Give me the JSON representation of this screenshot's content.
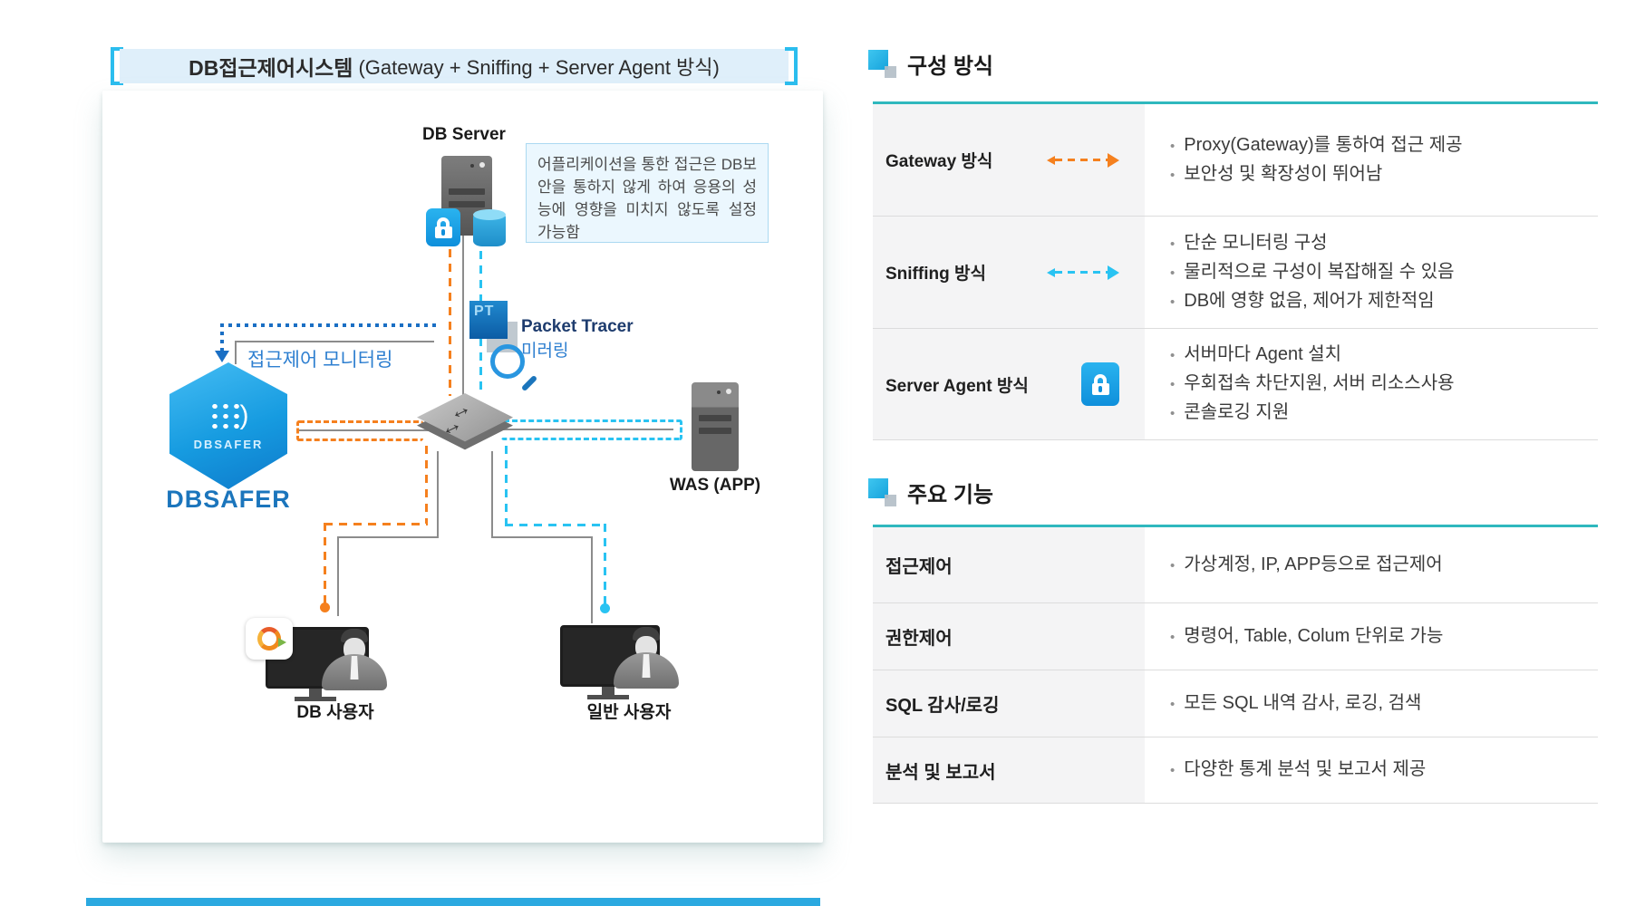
{
  "title": {
    "system": "DB접근제어시스템",
    "methods": "(Gateway + Sniffing + Server Agent 방식)"
  },
  "diagram": {
    "db_server_label": "DB Server",
    "note": "어플리케이션을 통한 접근은 DB보안을 통하지 않게 하여 응용의 성능에 영향을 미치지 않도록 설정 가능함",
    "monitoring_label": "접근제어 모니터링",
    "packet_tracer": {
      "abbr": "PT",
      "name": "Packet Tracer",
      "mode": "미러링"
    },
    "dbsafer": {
      "shield_text": "DBSAFER",
      "wordmark": "DBSAFER"
    },
    "was_label": "WAS (APP)",
    "db_user_label": "DB 사용자",
    "general_user_label": "일반 사용자"
  },
  "config_section": {
    "heading": "구성 방식",
    "rows": [
      {
        "label": "Gateway 방식",
        "marker": "orange-dashed-arrow",
        "bullets": [
          "Proxy(Gateway)를 통하여 접근 제공",
          "보안성 및 확장성이 뛰어남"
        ]
      },
      {
        "label": "Sniffing 방식",
        "marker": "cyan-dashed-arrow",
        "bullets": [
          "단순 모니터링 구성",
          "물리적으로 구성이 복잡해질 수 있음",
          "DB에 영향 없음, 제어가 제한적임"
        ]
      },
      {
        "label": "Server Agent 방식",
        "marker": "lock-icon",
        "bullets": [
          "서버마다 Agent 설치",
          "우회접속 차단지원, 서버 리소스사용",
          "콘솔로깅 지원"
        ]
      }
    ]
  },
  "features_section": {
    "heading": "주요 기능",
    "rows": [
      {
        "label": "접근제어",
        "bullets": [
          "가상계정, IP, APP등으로 접근제어"
        ]
      },
      {
        "label": "권한제어",
        "bullets": [
          "명령어, Table, Colum 단위로 가능"
        ]
      },
      {
        "label": "SQL 감사/로깅",
        "bullets": [
          "모든 SQL 내역 감사, 로깅, 검색"
        ]
      },
      {
        "label": "분석 및 보고서",
        "bullets": [
          "다양한 통계 분석 및 보고서 제공"
        ]
      }
    ]
  },
  "colors": {
    "accent_orange": "#F5801E",
    "accent_cyan": "#29C3F2",
    "accent_blue": "#1B75BC",
    "table_border_teal": "#2FB8BE",
    "title_bg": "#DFEFFA"
  }
}
